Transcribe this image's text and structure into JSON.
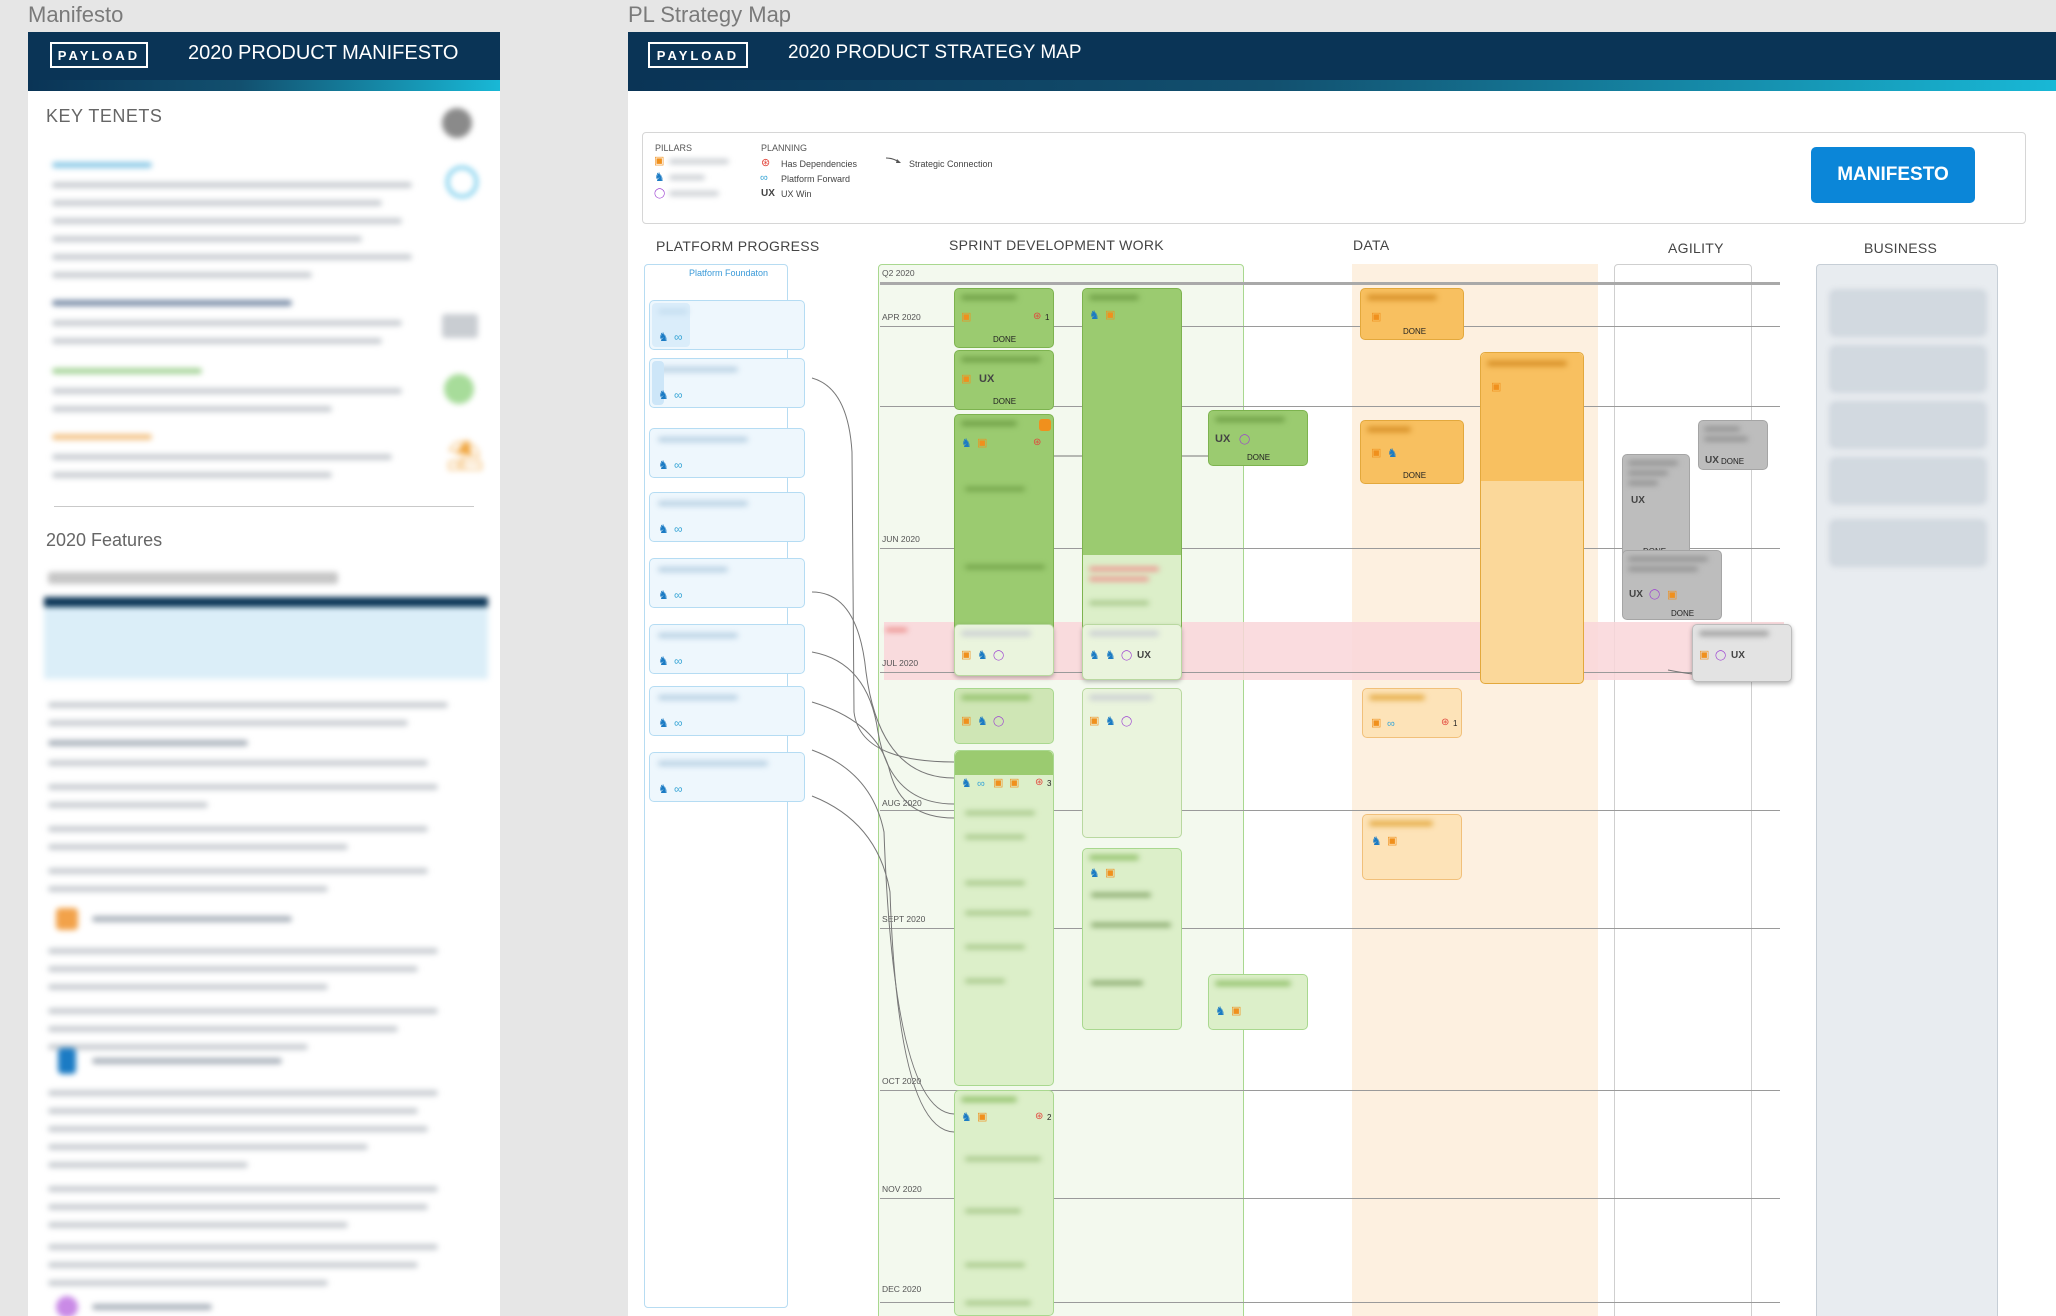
{
  "frames": {
    "manifesto_title": "Manifesto",
    "strategy_title": "PL Strategy Map"
  },
  "manifesto": {
    "logo": "PAYLOAD",
    "title": "2020 PRODUCT MANIFESTO",
    "key_tenets": "KEY TENETS",
    "features_heading": "2020 Features"
  },
  "strategy": {
    "logo": "PAYLOAD",
    "title": "2020 PRODUCT STRATEGY MAP",
    "legend": {
      "pillars_head": "PILLARS",
      "planning_head": "PLANNING",
      "has_dependencies": "Has Dependencies",
      "platform_forward": "Platform Forward",
      "ux_win": "UX Win",
      "strategic_connection": "Strategic Connection"
    },
    "manifesto_button": "MANIFESTO",
    "columns": {
      "platform": "PLATFORM PROGRESS",
      "sprint": "SPRINT  DEVELOPMENT WORK",
      "data": "DATA",
      "agility": "AGILITY",
      "business": "BUSINESS"
    },
    "platform_foundation": "Platform Foundaton",
    "months": {
      "q2": "Q2 2020",
      "apr": "APR 2020",
      "jun": "JUN 2020",
      "jul": "JUL 2020",
      "aug": "AUG 2020",
      "sept": "SEPT 2020",
      "oct": "OCT 2020",
      "nov": "NOV 2020",
      "dec": "DEC 2020"
    },
    "status_done": "DONE",
    "ux_glyph": "UX",
    "dep_counts": {
      "one": "1",
      "two": "2",
      "three": "3"
    }
  },
  "colors": {
    "header_navy": "#0a3456",
    "accent_cyan": "#18b8d6",
    "manifesto_blue": "#0b86d8",
    "sprint_green": "#9bcb70",
    "data_orange": "#f8c060",
    "agility_grey": "#bdbdbd",
    "release_band_red": "#f7c9cd"
  },
  "icons": [
    "shield-icon",
    "link-icon",
    "dependency-icon",
    "timer-icon",
    "ux-icon",
    "bag-icon"
  ]
}
